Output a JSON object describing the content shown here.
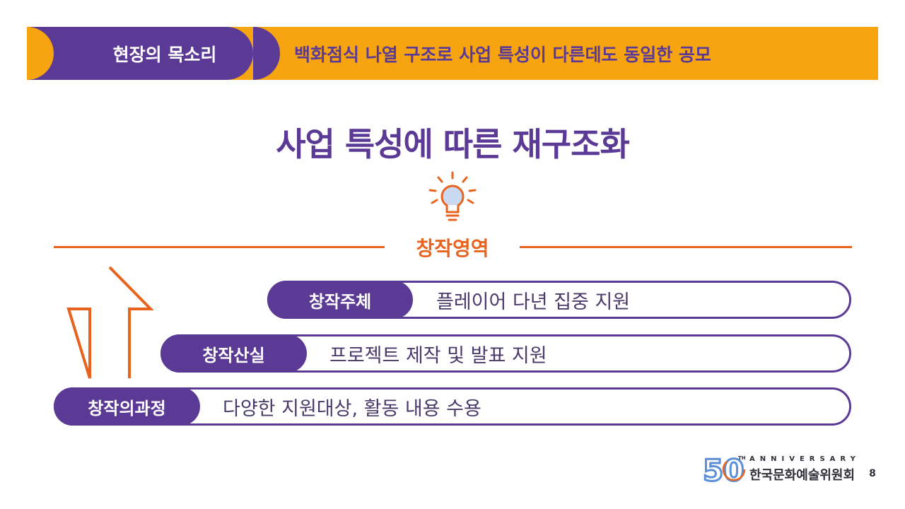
{
  "header": {
    "label": "현장의 목소리",
    "title": "백화점식 나열 구조로 사업 특성이 다른데도 동일한 공모"
  },
  "main": {
    "title": "사업 특성에 따른 재구조화",
    "area_label": "창작영역"
  },
  "tiers": [
    {
      "tag": "창작주체",
      "desc": "플레이어 다년 집중 지원"
    },
    {
      "tag": "창작산실",
      "desc": "프로젝트 제작 및 발표 지원"
    },
    {
      "tag": "창작의과정",
      "desc": "다양한 지원대상, 활동 내용 수용"
    }
  ],
  "footer": {
    "logo_number": "50",
    "logo_superscript": "TH",
    "logo_anniversary": "ANNIVERSARY",
    "logo_org": "한국문화예술위원회",
    "page_number": "8"
  },
  "colors": {
    "purple": "#5B3A96",
    "orange_banner": "#F6A410",
    "orange_accent": "#E8641E"
  },
  "icons": [
    "lightbulb-icon",
    "up-arrow-icon"
  ]
}
